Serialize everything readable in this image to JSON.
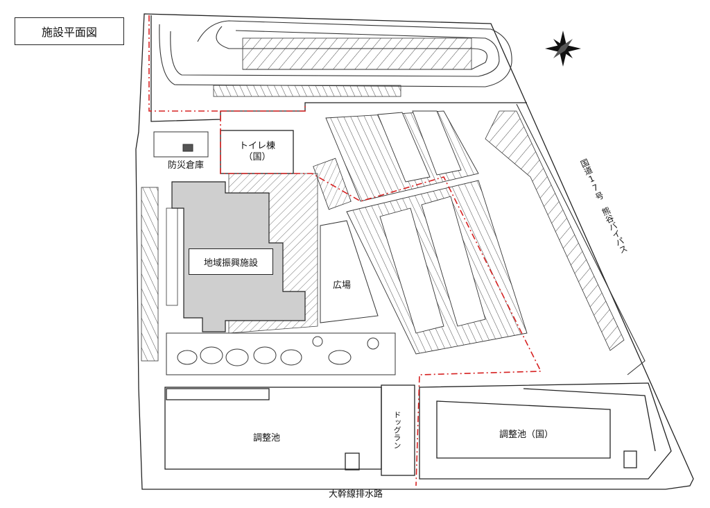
{
  "title": "施設平面図",
  "labels": {
    "toilet_name": "トイレ棟",
    "toilet_owner": "（国）",
    "disaster_storage": "防災倉庫",
    "regional_facility": "地域振興施設",
    "plaza": "広場",
    "route17": "国道17号　熊谷バイパス",
    "pond_left": "調整池",
    "pond_right": "調整池（国）",
    "dog_run": "ドッグラン",
    "drain": "大幹線排水路"
  },
  "colors": {
    "boundary": "#d62020",
    "building_fill": "#cfcfcf",
    "line": "#222222"
  },
  "icons": {
    "compass": "north-arrow-icon"
  }
}
